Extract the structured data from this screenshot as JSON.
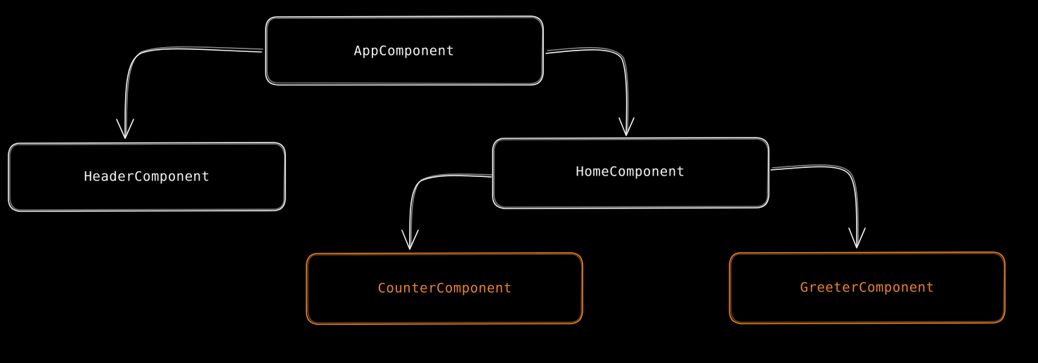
{
  "colors": {
    "background": "#000000",
    "default": "#f2f2f2",
    "highlight": "#e8832a"
  },
  "nodes": {
    "app": {
      "label": "AppComponent",
      "highlight": false
    },
    "header": {
      "label": "HeaderComponent",
      "highlight": false
    },
    "home": {
      "label": "HomeComponent",
      "highlight": false
    },
    "counter": {
      "label": "CounterComponent",
      "highlight": true
    },
    "greeter": {
      "label": "GreeterComponent",
      "highlight": true
    }
  },
  "edges": [
    {
      "from": "app",
      "to": "header"
    },
    {
      "from": "app",
      "to": "home"
    },
    {
      "from": "home",
      "to": "counter"
    },
    {
      "from": "home",
      "to": "greeter"
    }
  ]
}
